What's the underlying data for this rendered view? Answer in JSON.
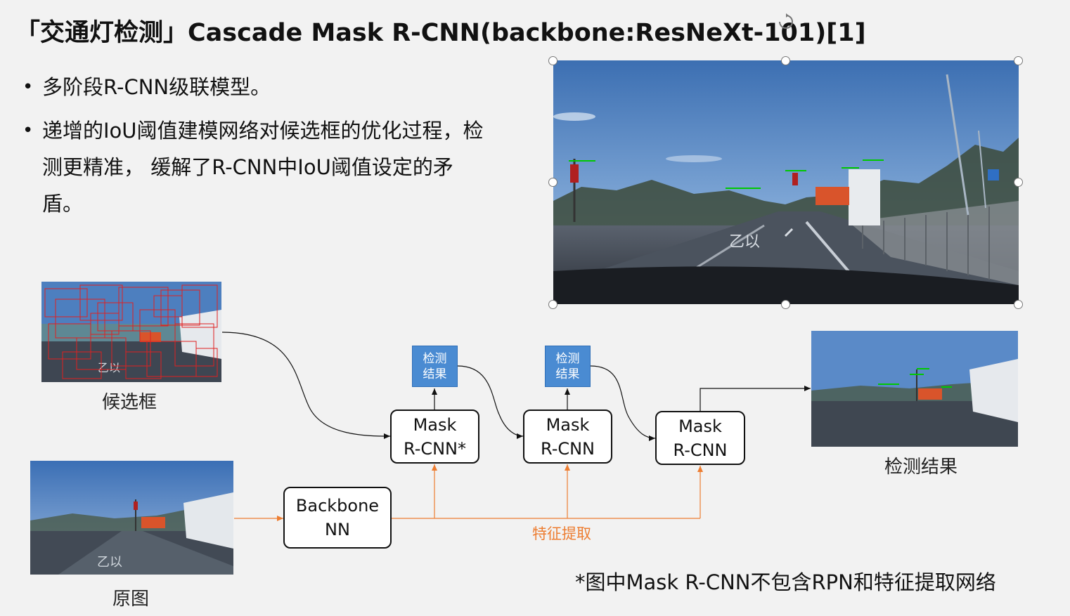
{
  "title": "「交通灯检测」Cascade Mask R-CNN(backbone:ResNeXt-101)[1]",
  "bullets": [
    "多阶段R-CNN级联模型。",
    "递增的IoU阈值建模网络对候选框的优化过程，检测更精准， 缓解了R-CNN中IoU阈值设定的矛盾。"
  ],
  "diagram": {
    "candidates_label": "候选框",
    "original_label": "原图",
    "backbone_line1": "Backbone",
    "backbone_line2": "NN",
    "stage1_line1": "Mask",
    "stage1_line2": "R-CNN*",
    "stage2_line1": "Mask",
    "stage2_line2": "R-CNN",
    "stage3_line1": "Mask",
    "stage3_line2": "R-CNN",
    "result_box_line1": "检测",
    "result_box_line2": "结果",
    "feature_label": "特征提取",
    "final_label": "检测结果",
    "footnote": "*图中Mask R-CNN不包含RPN和特征提取网络"
  },
  "colors": {
    "feature_arrow": "#ed7d31",
    "result_box": "#4a8bd2",
    "detection_box": "#00c800",
    "candidate_box": "#e02020"
  }
}
